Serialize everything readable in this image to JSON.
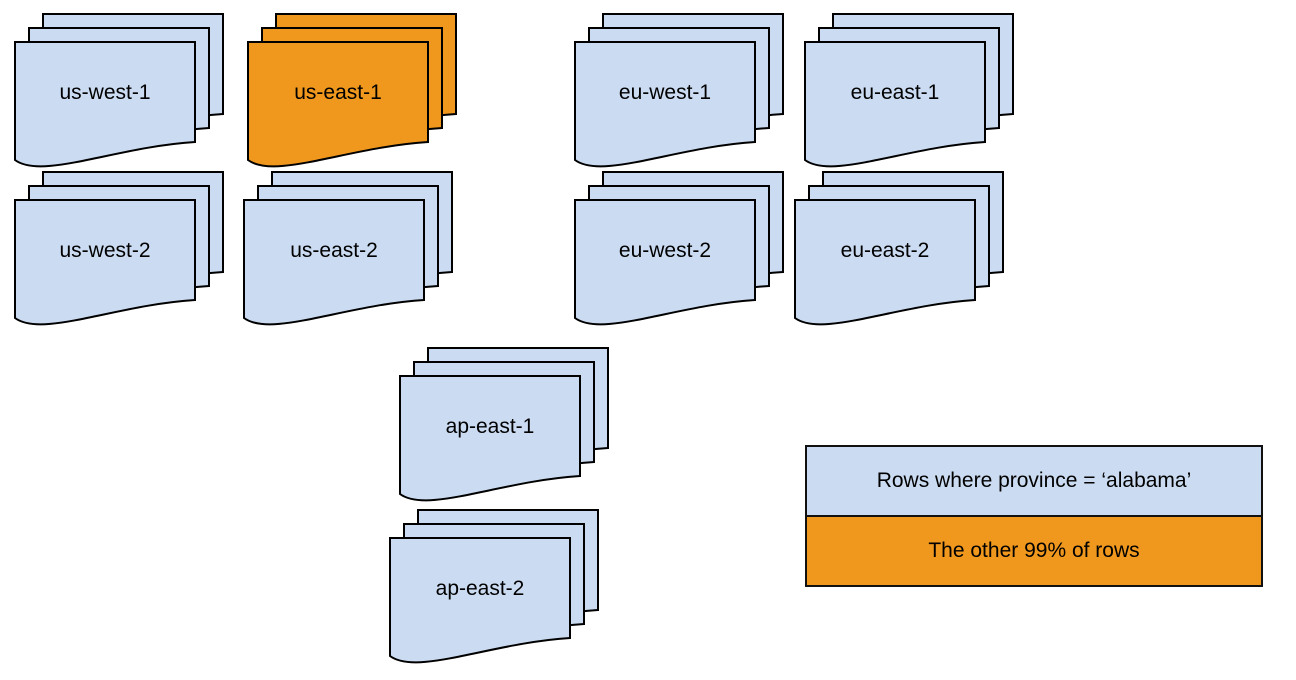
{
  "colors": {
    "document_fill": "#cbdcf2",
    "highlight_fill": "#f0981e",
    "outline": "#000000"
  },
  "stacks": [
    {
      "label": "us-west-1",
      "highlighted": false
    },
    {
      "label": "us-east-1",
      "highlighted": true
    },
    {
      "label": "eu-west-1",
      "highlighted": false
    },
    {
      "label": "eu-east-1",
      "highlighted": false
    },
    {
      "label": "us-west-2",
      "highlighted": false
    },
    {
      "label": "us-east-2",
      "highlighted": false
    },
    {
      "label": "eu-west-2",
      "highlighted": false
    },
    {
      "label": "eu-east-2",
      "highlighted": false
    },
    {
      "label": "ap-east-1",
      "highlighted": false
    },
    {
      "label": "ap-east-2",
      "highlighted": false
    }
  ],
  "legend": {
    "items": [
      {
        "label": "Rows where province = ‘alabama’",
        "color": "#cbdcf2"
      },
      {
        "label": "The other 99% of rows",
        "color": "#f0981e"
      }
    ]
  }
}
